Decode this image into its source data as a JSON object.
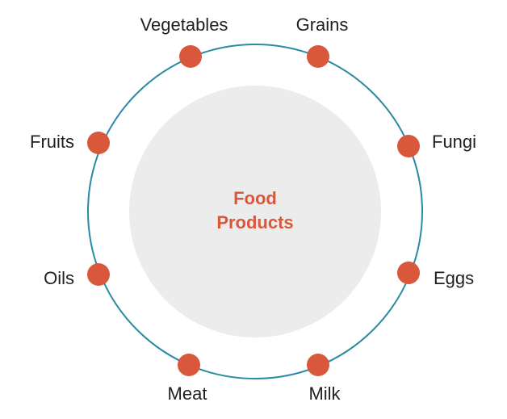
{
  "center": {
    "line1": "Food",
    "line2": "Products"
  },
  "nodes": [
    {
      "label": "Vegetables"
    },
    {
      "label": "Grains"
    },
    {
      "label": "Fungi"
    },
    {
      "label": "Eggs"
    },
    {
      "label": "Milk"
    },
    {
      "label": "Meat"
    },
    {
      "label": "Oils"
    },
    {
      "label": "Fruits"
    }
  ],
  "colors": {
    "ring": "#2a8aa3",
    "node": "#d9573b",
    "center_fill": "#ececec",
    "center_text": "#d9573b",
    "label_text": "#1f1f1f"
  }
}
